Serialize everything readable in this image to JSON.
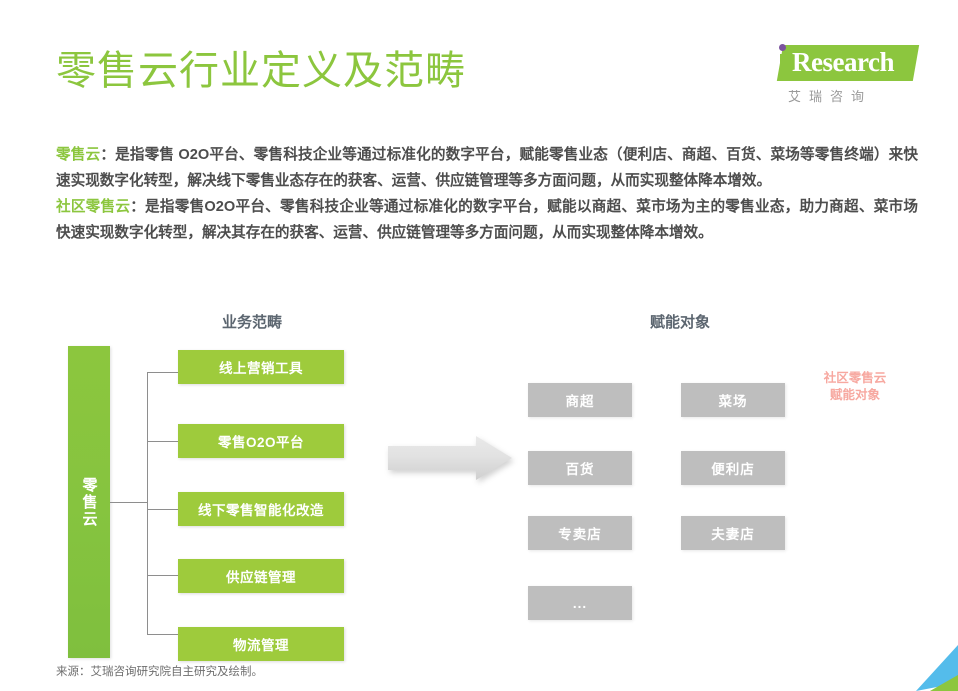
{
  "header": {
    "title": "零售云行业定义及范畴",
    "logo": {
      "dot_icon": "logo-i-dot",
      "word": "Research",
      "subtitle": "艾瑞咨询"
    }
  },
  "definitions": [
    {
      "term": "零售云",
      "body": "：是指零售 O2O平台、零售科技企业等通过标准化的数字平台，赋能零售业态（便利店、商超、百货、菜场等零售终端）来快速实现数字化转型，解决线下零售业态存在的获客、运营、供应链管理等多方面问题，从而实现整体降本增效。"
    },
    {
      "term": "社区零售云",
      "body": "：是指零售O2O平台、零售科技企业等通过标准化的数字平台，赋能以商超、菜市场为主的零售业态，助力商超、菜市场快速实现数字化转型，解决其存在的获客、运营、供应链管理等多方面问题，从而实现整体降本增效。"
    }
  ],
  "diagram": {
    "left_header": "业务范畴",
    "right_header": "赋能对象",
    "trunk_label": "零售云",
    "branches": [
      {
        "label": "线上营销工具"
      },
      {
        "label": "零售O2O平台"
      },
      {
        "label": "线下零售智能化改造"
      },
      {
        "label": "供应链管理"
      },
      {
        "label": "物流管理"
      }
    ],
    "arrow_icon": "right-arrow-icon",
    "targets_left": [
      {
        "label": "商超"
      },
      {
        "label": "百货"
      },
      {
        "label": "专卖店"
      },
      {
        "label": "..."
      }
    ],
    "targets_right": [
      {
        "label": "菜场"
      },
      {
        "label": "便利店"
      },
      {
        "label": "夫妻店"
      }
    ],
    "community_note_line1": "社区零售云",
    "community_note_line2": "赋能对象"
  },
  "footer": {
    "source": "来源：艾瑞咨询研究院自主研究及绘制。"
  },
  "colors": {
    "brand_green": "#8CC63E",
    "box_green": "#9ECB3C",
    "box_gray": "#BEBEBE",
    "accent_salmon": "#F7A8A0",
    "corner_blue": "#54BCEB",
    "corner_green": "#8CC63E",
    "logo_purple": "#7B539E"
  }
}
